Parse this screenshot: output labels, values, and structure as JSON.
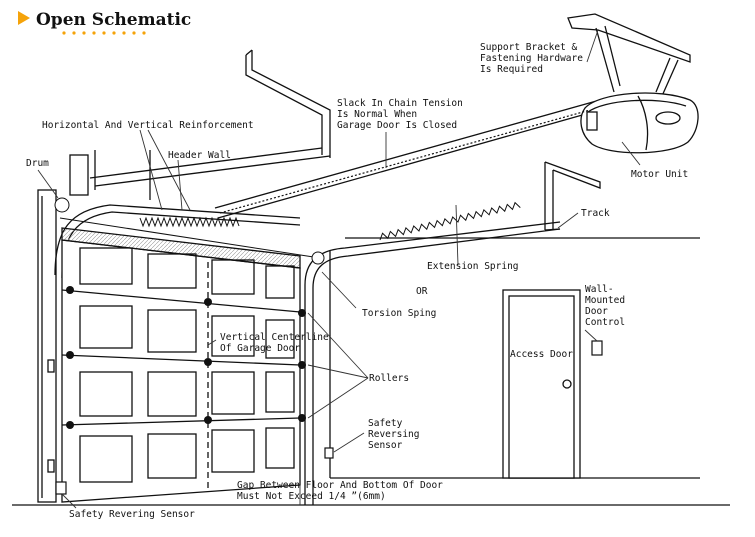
{
  "header": {
    "title": "Open Schematic",
    "accent_color": "#f5a30a",
    "dots_color": "#f5a30a"
  },
  "labels": {
    "support_bracket": [
      "Support Bracket &",
      "Fastening Hardware",
      "Is Required"
    ],
    "slack_chain": [
      "Slack In Chain Tension",
      "Is Normal When",
      "Garage Door Is Closed"
    ],
    "reinforcement": "Horizontal And Vertical Reinforcement",
    "drum": "Drum",
    "header_wall": "Header Wall",
    "motor_unit": "Motor Unit",
    "track": "Track",
    "extension_spring": "Extension Spring",
    "or": "OR",
    "torsion_spring": "Torsion Sping",
    "wall_control": [
      "Wall-",
      "Mounted",
      "Door",
      "Control"
    ],
    "vertical_centerline": [
      "Vertical Centerline",
      "Of Garage Door"
    ],
    "access_door": "Access Door",
    "rollers": "Rollers",
    "safety_reversing_sensor": [
      "Safety",
      "Reversing",
      "Sensor"
    ],
    "gap_note": [
      "Gap Between Floor And Bottom Of Door",
      "Must Not Exceed 1/4 ”(6mm)"
    ],
    "safety_revering_sensor": "Safety Revering Sensor"
  },
  "colors": {
    "line": "#111111",
    "leader": "#333333"
  }
}
